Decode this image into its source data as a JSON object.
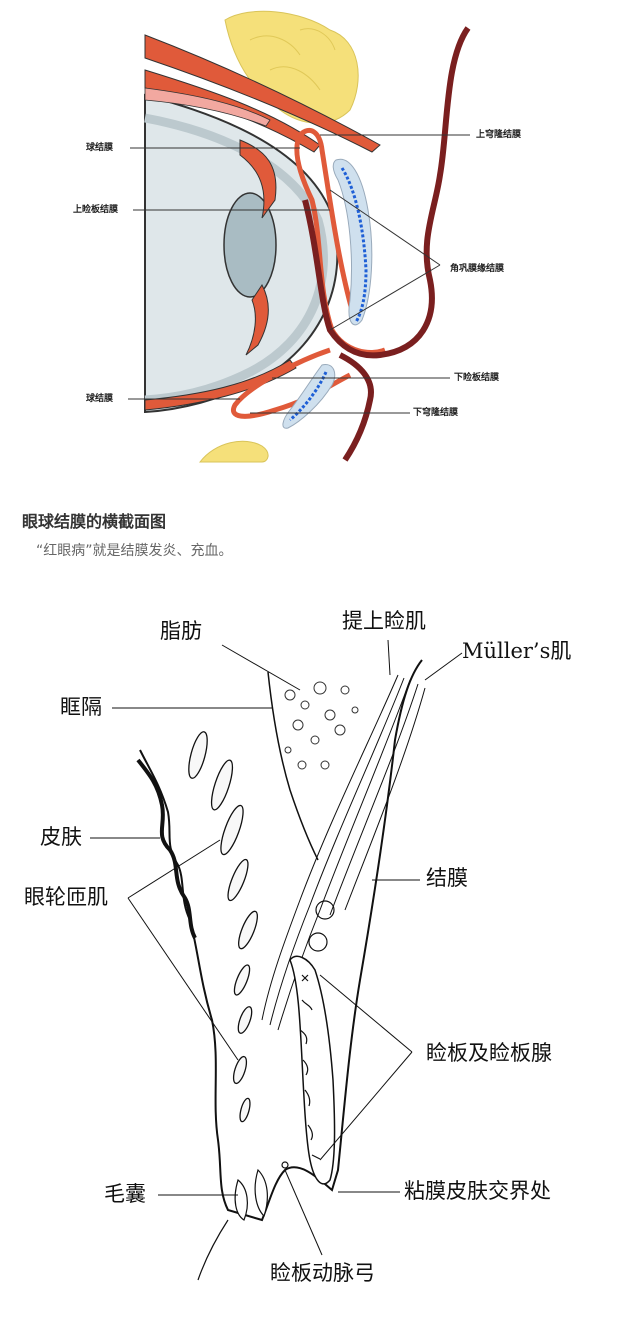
{
  "figure1": {
    "labels": {
      "bulbar_top": "球结膜",
      "upper_tarsal": "上睑板结膜",
      "bulbar_bottom": "球结膜",
      "superior_fornix": "上穹隆结膜",
      "limbal": "角巩膜缘结膜",
      "lower_tarsal": "下睑板结膜",
      "inferior_fornix": "下穹隆结膜"
    }
  },
  "caption": {
    "title": "眼球结膜的横截面图",
    "body": "“红眼病”就是结膜发炎、充血。"
  },
  "figure2": {
    "labels": {
      "fat": "脂肪",
      "levator": "提上睑肌",
      "muller": "Müller’s肌",
      "septum": "眶隔",
      "skin": "皮肤",
      "conjunctiva": "结膜",
      "orbicularis": "眼轮匝肌",
      "tarsus": "睑板及睑板腺",
      "mucocutaneous": "粘膜皮肤交界处",
      "follicle": "毛囊",
      "arcade": "睑板动脉弓"
    }
  },
  "colors": {
    "orange_red": "#e05a3a",
    "dark_red": "#7a1f1f",
    "fat_yellow": "#f5e07a",
    "globe_gray": "#d8e2e6",
    "gland_blue": "#1e5fd6"
  }
}
